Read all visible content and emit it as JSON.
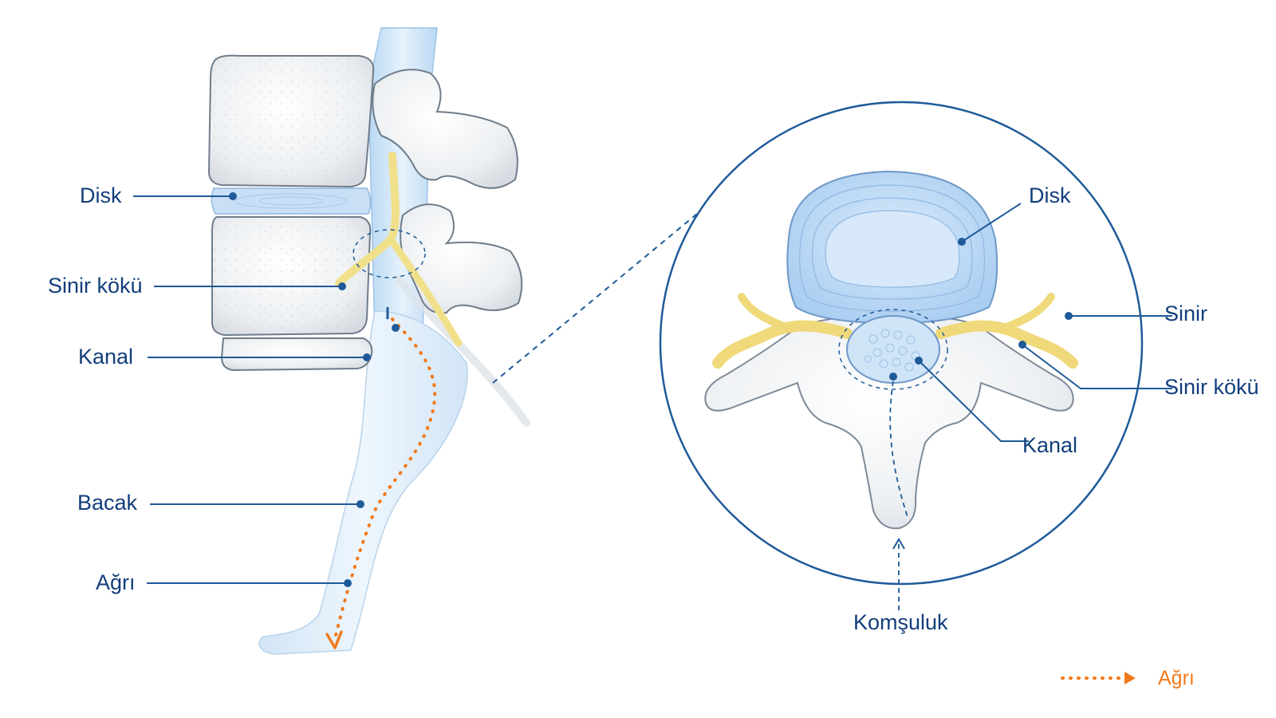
{
  "colors": {
    "label": "#123e7c",
    "leader": "#1f5a99",
    "bone_fill": "#eef0f2",
    "bone_stroke": "#7d8a98",
    "disc_fill": "#c7def7",
    "nerve": "#f1e08a",
    "canal": "#cfe4f7",
    "pain": "#f07a1c"
  },
  "side_view": {
    "labels": {
      "disk": "Disk",
      "nerve_root": "Sinir kökü",
      "canal": "Kanal",
      "leg": "Bacak",
      "pain": "Ağrı"
    }
  },
  "cross_section": {
    "labels": {
      "disk": "Disk",
      "nerve": "Sinir",
      "nerve_root": "Sinir kökü",
      "canal": "Kanal",
      "neighborhood": "Komşuluk"
    }
  },
  "legend": {
    "pain_label": "Ağrı"
  }
}
